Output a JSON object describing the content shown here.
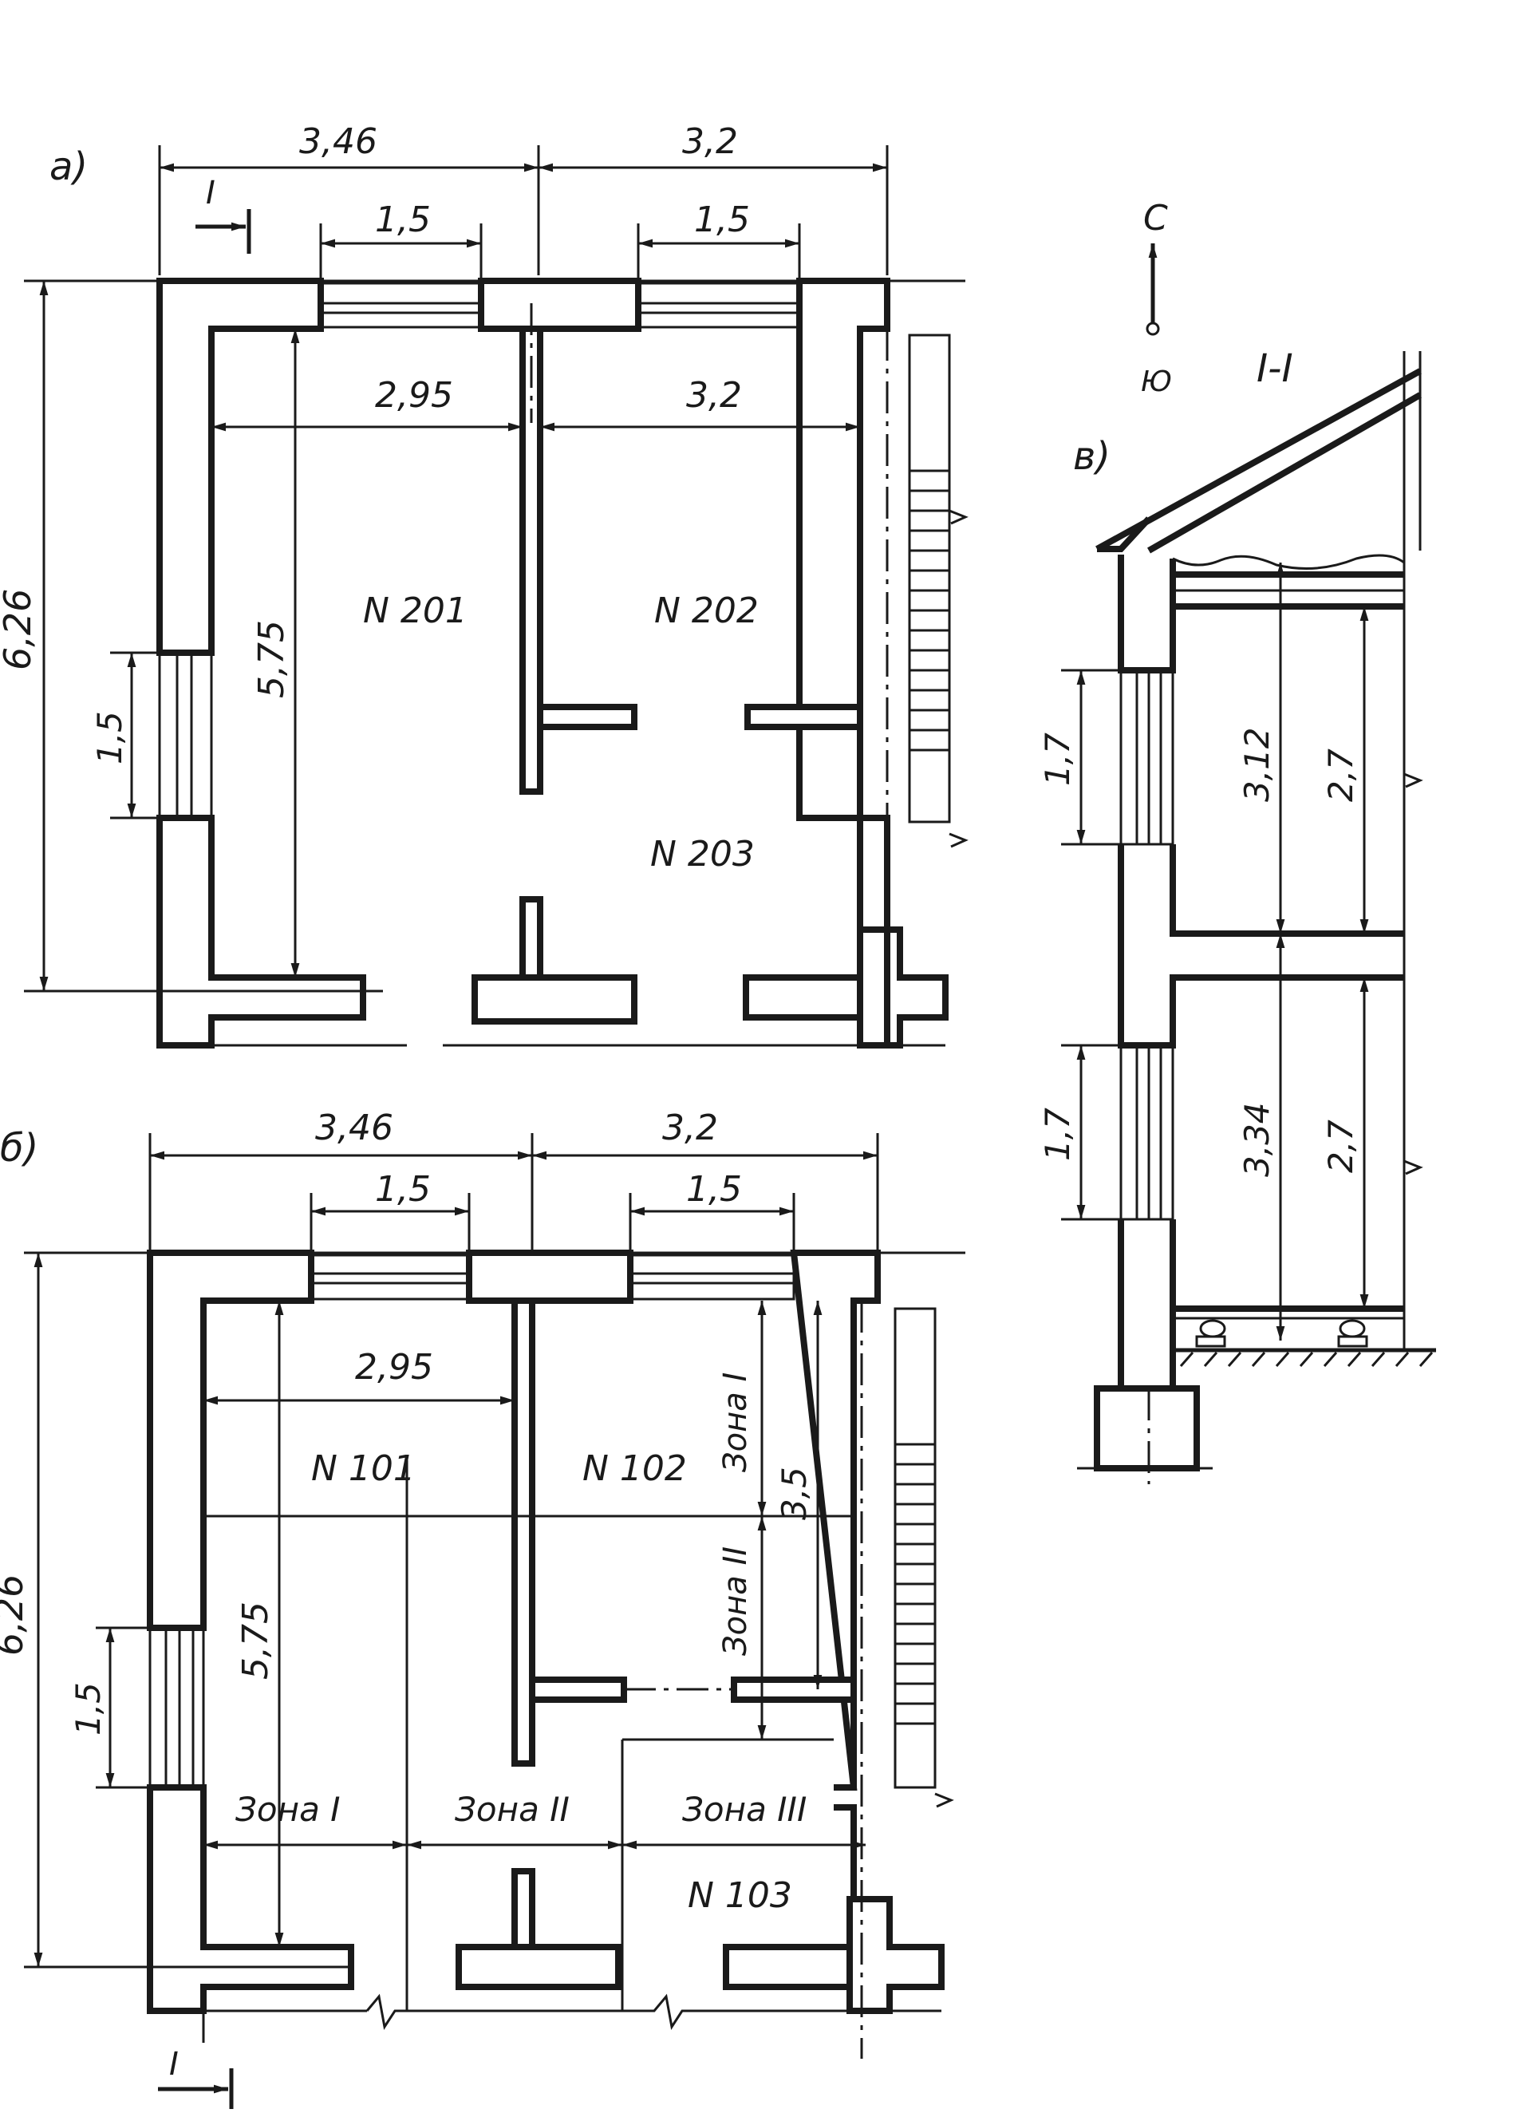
{
  "colors": {
    "ink": "#1a1a1a",
    "paper": "#ffffff"
  },
  "plan_a": {
    "label": "а)",
    "dim_top_left": "3,46",
    "dim_top_right": "3,2",
    "window_left": "1,5",
    "window_right": "1,5",
    "inner_left": "2,95",
    "inner_right": "3,2",
    "height_total": "6,26",
    "height_inner": "5,75",
    "window_side": "1,5",
    "rooms": [
      "N 201",
      "N 202",
      "N 203"
    ],
    "section_mark": "I"
  },
  "plan_b": {
    "label": "б)",
    "dim_top_left": "3,46",
    "dim_top_right": "3,2",
    "window_left": "1,5",
    "window_right": "1,5",
    "inner_left": "2,95",
    "height_total": "6,26",
    "height_inner": "5,75",
    "window_side": "1,5",
    "zone_depth": "3,5",
    "zone_vertical_1": "Зона I",
    "zone_vertical_2": "Зона II",
    "zones_bottom": [
      "Зона I",
      "Зона II",
      "Зона III"
    ],
    "rooms": [
      "N 101",
      "N 102",
      "N 103"
    ],
    "section_mark": "I"
  },
  "section_v": {
    "label": "в)",
    "title": "I-I",
    "compass_north": "С",
    "compass_south": "Ю",
    "window_upper": "1,7",
    "floor_upper_total": "3,12",
    "floor_upper_clear": "2,7",
    "window_lower": "1,7",
    "floor_lower_total": "3,34",
    "floor_lower_clear": "2,7"
  }
}
